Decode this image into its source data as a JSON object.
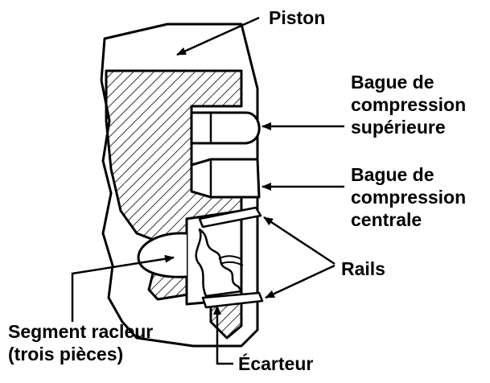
{
  "labels": {
    "piston": "Piston",
    "upper_ring": [
      "Bague de",
      "compression",
      "supérieure"
    ],
    "middle_ring": [
      "Bague de",
      "compression",
      "centrale"
    ],
    "rails": "Rails",
    "oil_ring": [
      "Segment racleur",
      "(trois pièces)"
    ],
    "expander": "Écarteur"
  },
  "colors": {
    "ink": "#000000",
    "paper": "#ffffff"
  }
}
